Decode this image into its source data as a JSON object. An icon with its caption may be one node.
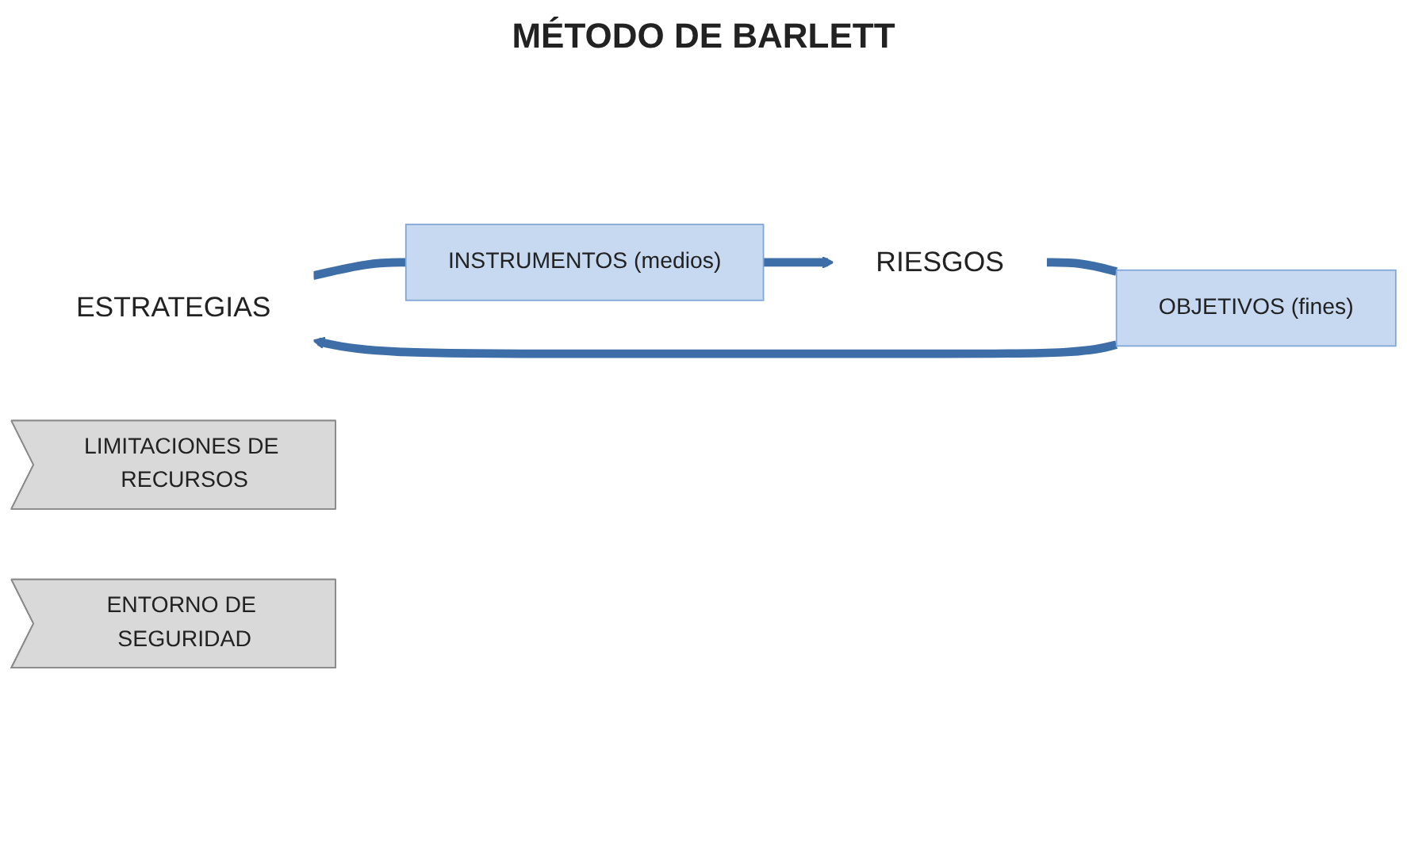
{
  "diagram": {
    "title": "MÉTODO DE BARLETT",
    "nodes": [
      {
        "text": [
          "ESTRATEGIAS"
        ]
      },
      {
        "text": [
          "INSTRUMENTOS (medios)"
        ]
      },
      {
        "text": [
          "RIESGOS"
        ]
      },
      {
        "text": [
          "OBJETIVOS (fines)"
        ]
      },
      {
        "text": [
          "LIMITACIONES DE RECURSOS"
        ]
      },
      {
        "text": [
          "ENTORNO DE SEGURIDAD"
        ]
      }
    ],
    "edges": [
      {
        "from": 0,
        "to": 1,
        "arrow": "none"
      },
      {
        "from": 1,
        "to": 2,
        "arrow": "to"
      },
      {
        "from": 2,
        "to": 3,
        "arrow": "none"
      },
      {
        "from": 3,
        "to": 0,
        "arrow": "to"
      }
    ]
  }
}
